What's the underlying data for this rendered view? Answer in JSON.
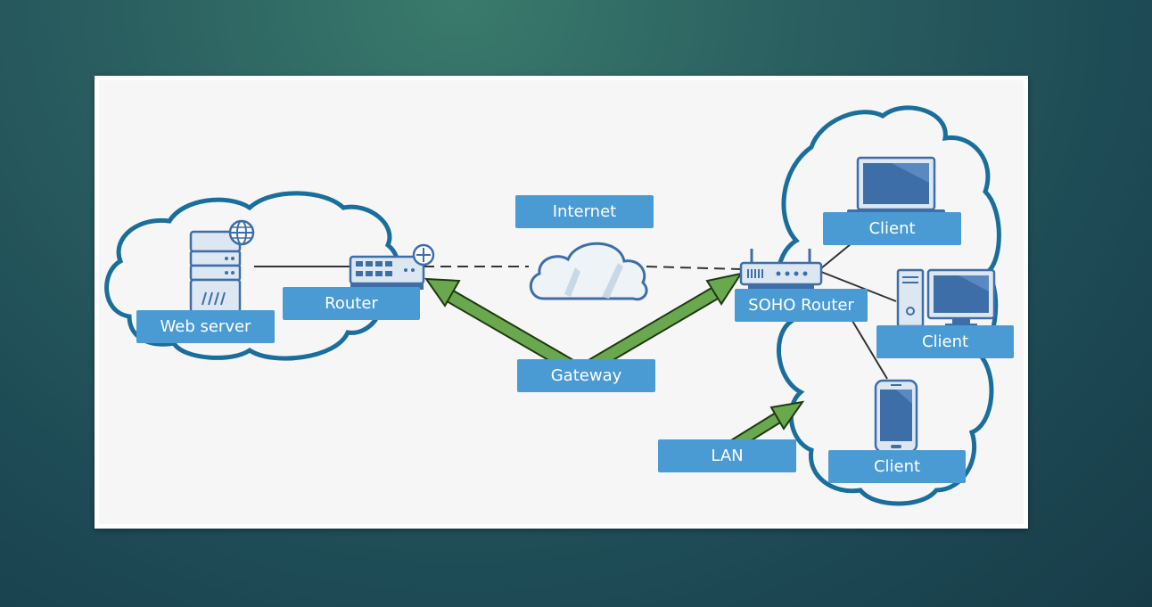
{
  "colors": {
    "background": "#1d4a55",
    "panel": "#f6f6f6",
    "cloud_outline": "#1a6e9c",
    "label_fill": "#4a9bd4",
    "label_text": "#ffffff",
    "arrow": "#6aa84f",
    "device_blue": "#3d6ea8",
    "device_light": "#dde7f1",
    "line": "#333333"
  },
  "labels": {
    "web_server": "Web server",
    "router": "Router",
    "internet": "Internet",
    "gateway": "Gateway",
    "soho_router": "SOHO Router",
    "client_laptop": "Client",
    "client_desktop": "Client",
    "client_phone": "Client",
    "lan": "LAN"
  },
  "icons": [
    "server-icon",
    "globe-icon",
    "switch-router-icon",
    "internet-cloud-icon",
    "soho-router-icon",
    "laptop-icon",
    "desktop-icon",
    "smartphone-icon"
  ]
}
